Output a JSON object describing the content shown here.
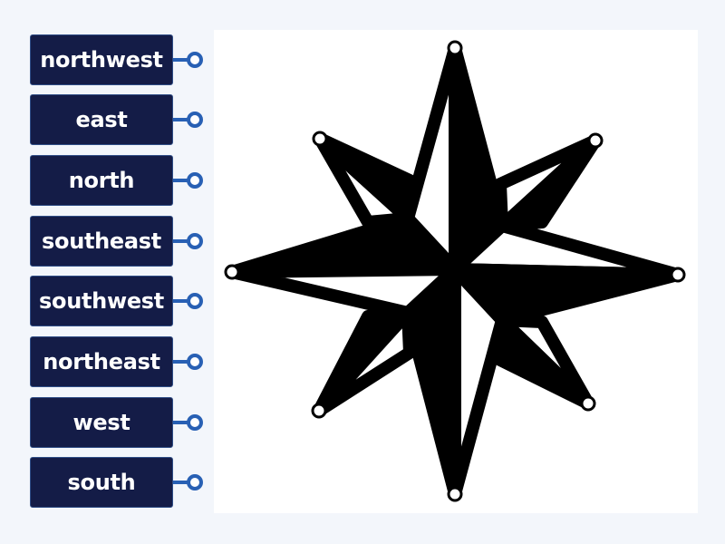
{
  "labels": [
    {
      "text": "northwest"
    },
    {
      "text": "east"
    },
    {
      "text": "north"
    },
    {
      "text": "southeast"
    },
    {
      "text": "southwest"
    },
    {
      "text": "northeast"
    },
    {
      "text": "west"
    },
    {
      "text": "south"
    }
  ],
  "colors": {
    "label_bg": "#141c47",
    "label_border": "#2f4d86",
    "connector": "#2860b4",
    "page_bg": "#f3f6fb",
    "compass": "#000000",
    "compass_fill_light": "#ffffff"
  },
  "icons": {
    "connector": "connector-pin-icon",
    "drop_target": "drop-target-icon",
    "compass": "compass-rose-icon"
  }
}
